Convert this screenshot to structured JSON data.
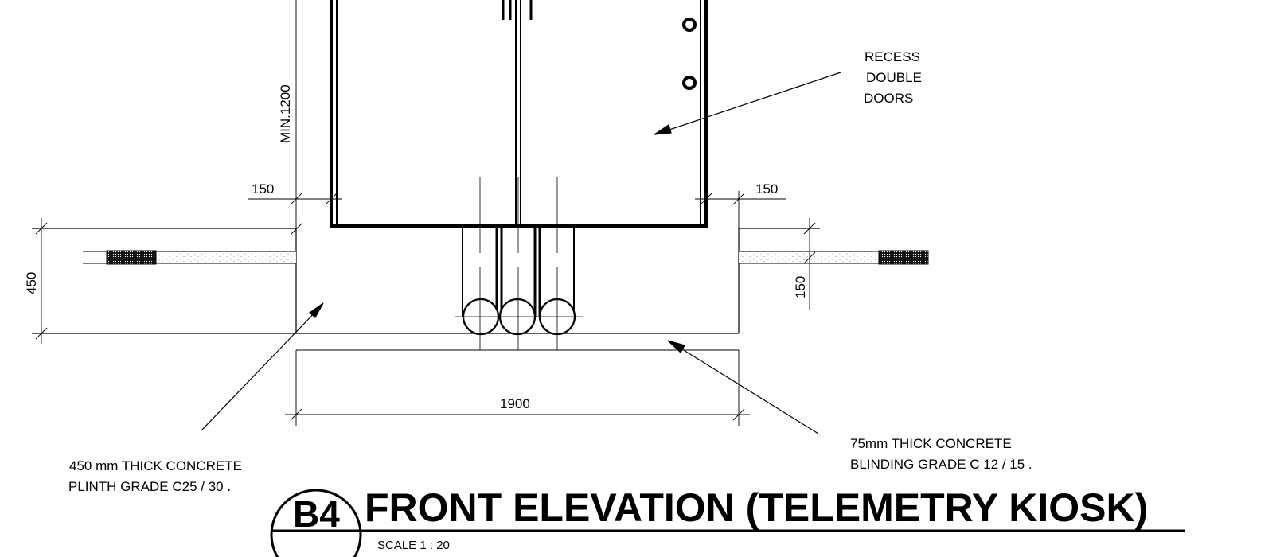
{
  "labels": {
    "recess_line1": "RECESS",
    "recess_line2": "DOUBLE",
    "recess_line3": "DOORS",
    "min_height": "MIN.1200",
    "offset_left": "150",
    "offset_right": "150",
    "plinth_depth": "450",
    "slab_thickness": "150",
    "plinth_width": "1900",
    "plinth_note_line1": "450 mm THICK CONCRETE",
    "plinth_note_line2": "PLINTH GRADE C25 / 30 .",
    "blinding_note_line1": "75mm THICK CONCRETE",
    "blinding_note_line2": "BLINDING GRADE C 12 / 15 ."
  },
  "title_block": {
    "badge": "B4",
    "title": "FRONT ELEVATION (TELEMETRY KIOSK)",
    "scale": "SCALE 1 : 20"
  }
}
